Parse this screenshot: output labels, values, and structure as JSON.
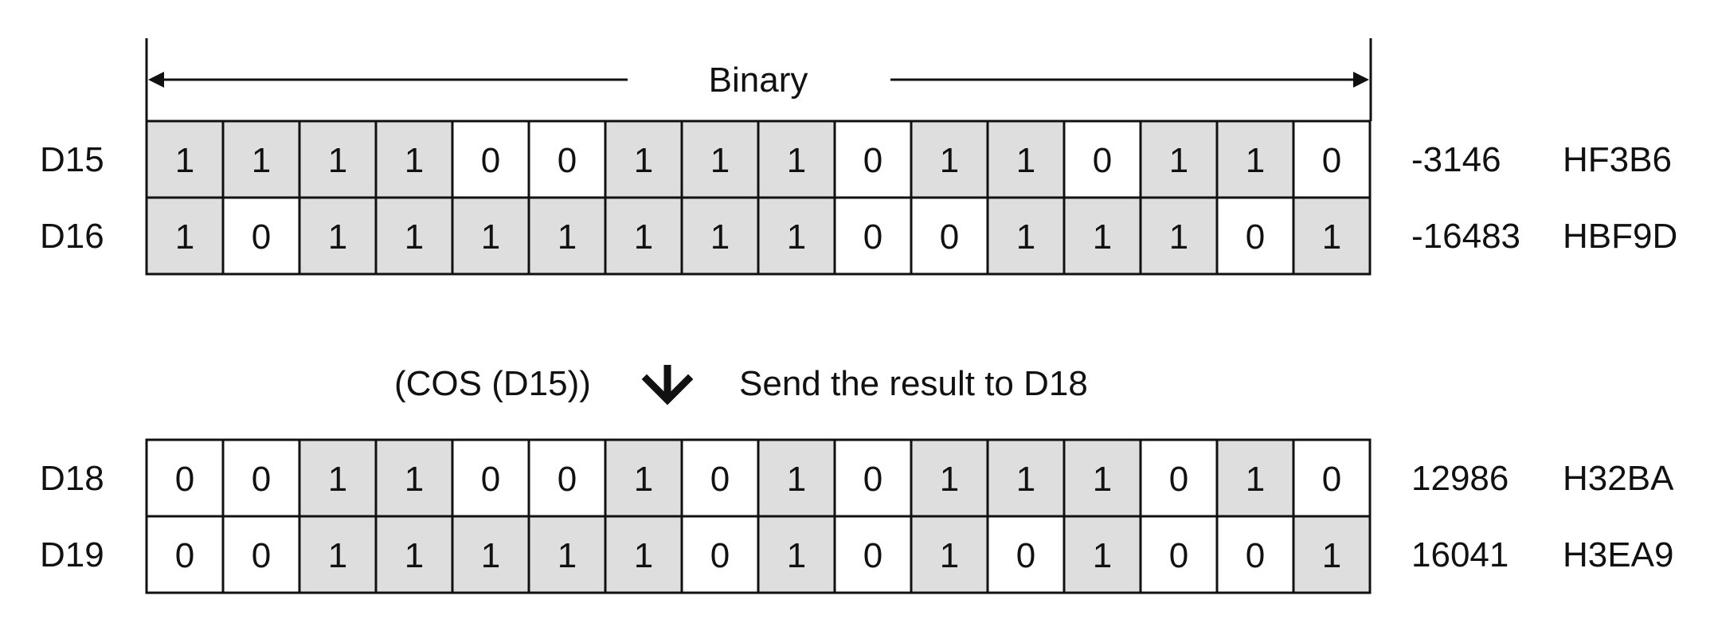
{
  "top_label": "Binary",
  "operation": {
    "expression": "(COS (D15))",
    "description": "Send the result to D18"
  },
  "colors": {
    "one_fill": "#dedede",
    "zero_fill": "#ffffff",
    "stroke": "#111111"
  },
  "input_registers": [
    {
      "name": "D15",
      "bits": [
        1,
        1,
        1,
        1,
        0,
        0,
        1,
        1,
        1,
        0,
        1,
        1,
        0,
        1,
        1,
        0
      ],
      "decimal": "-3146",
      "hex": "HF3B6"
    },
    {
      "name": "D16",
      "bits": [
        1,
        0,
        1,
        1,
        1,
        1,
        1,
        1,
        1,
        0,
        0,
        1,
        1,
        1,
        0,
        1
      ],
      "decimal": "-16483",
      "hex": "HBF9D"
    }
  ],
  "output_registers": [
    {
      "name": "D18",
      "bits": [
        0,
        0,
        1,
        1,
        0,
        0,
        1,
        0,
        1,
        0,
        1,
        1,
        1,
        0,
        1,
        0
      ],
      "decimal": "12986",
      "hex": "H32BA"
    },
    {
      "name": "D19",
      "bits": [
        0,
        0,
        1,
        1,
        1,
        1,
        1,
        0,
        1,
        0,
        1,
        0,
        1,
        0,
        0,
        1
      ],
      "decimal": "16041",
      "hex": "H3EA9"
    }
  ]
}
